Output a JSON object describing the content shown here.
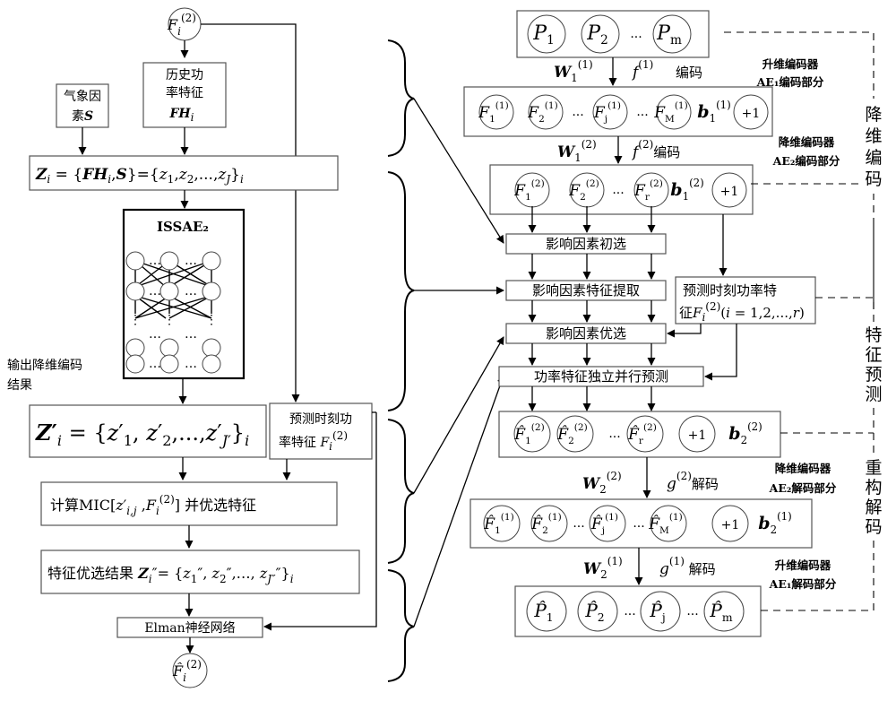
{
  "left": {
    "input_node": "F_i^(2)",
    "weather_box": [
      "气象因",
      "素S"
    ],
    "history_box": [
      "历史功",
      "率特征",
      "FH_i"
    ],
    "z_formula": "Z_i = {FH_i,S}={z_1,z_2,...,z_J}_i",
    "issae_title": "ISSAE₂",
    "output_label": [
      "输出降维编码",
      "结果"
    ],
    "zprime_formula": "Z'_i = {z'_1, z'_2,..., z'_J'}_i",
    "predict_box": [
      "预测时刻功",
      "率特征 F_i^(2)"
    ],
    "mic_box": "计算MIC[z'_i,j ,F_i^(2)] 并优选特征",
    "result_box": "特征优选结果 Z_i\" = {z_1\", z_2\",..., z_J\"\"}_i",
    "elman_box": "Elman神经网络",
    "output_node": "F̂_i^(2)",
    "dots": "…"
  },
  "right": {
    "row_p": [
      "P_1",
      "P_2",
      "...",
      "P_m"
    ],
    "w1_1": "W_1^(1)",
    "f1": "f^(1)",
    "enc1": "编码",
    "ae1_enc": [
      "升维编码器",
      "AE₁编码部分"
    ],
    "row_f1": [
      "F_1^(1)",
      "F_2^(1)",
      "...",
      "F_j^(1)",
      "...",
      "F_M^(1)",
      "b_1^(1)",
      "+1"
    ],
    "w1_2": "W_1^(2)",
    "f2": "f^(2)编码",
    "ae2_enc": [
      "降维编码器",
      "AE₂编码部分"
    ],
    "row_f2": [
      "F_1^(2)",
      "F_2^(2)",
      "...",
      "F_r^(2)",
      "b_1^(2)",
      "+1"
    ],
    "sel1": "影响因素初选",
    "sel2": "影响因素特征提取",
    "sel3": "影响因素优选",
    "sel4": "功率特征独立并行预测",
    "predict_box": [
      "预测时刻功率特",
      "征F_i^(2)(i=1,2,...,r)"
    ],
    "row_fh2": [
      "F̂_1^(2)",
      "F̂_2^(2)",
      "...",
      "F̂_r^(2)",
      "+1",
      "b_2^(2)"
    ],
    "w2_2": "W_2^(2)",
    "g2": "g^(2)解码",
    "ae2_dec": [
      "降维编码器",
      "AE₂解码部分"
    ],
    "row_fh1": [
      "F̂_1^(1)",
      "F̂_2^(1)",
      "...",
      "F̂_j^(1)",
      "...",
      "F̂_M^(1)",
      "+1",
      "b_2^(1)"
    ],
    "w2_1": "W_2^(1)",
    "g1": "g^(1) 解码",
    "ae1_dec": [
      "升维编码器",
      "AE₁解码部分"
    ],
    "row_ph": [
      "P̂_1",
      "P̂_2",
      "...",
      "P̂_j",
      "...",
      "P̂_m"
    ]
  },
  "side_labels": {
    "encode": [
      "降",
      "维",
      "编",
      "码"
    ],
    "predict": [
      "特",
      "征",
      "预",
      "测"
    ],
    "decode": [
      "重",
      "构",
      "解",
      "码"
    ]
  }
}
